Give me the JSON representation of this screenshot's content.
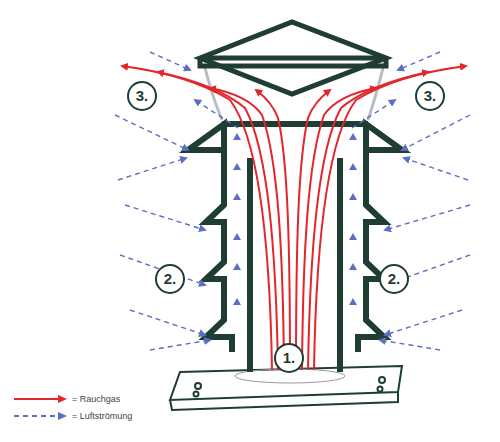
{
  "diagram": {
    "labels": [
      "3.",
      "3.",
      "2.",
      "2.",
      "1."
    ],
    "legend": [
      {
        "text": "= Rauchgas"
      },
      {
        "text": "= Luftströmung"
      }
    ]
  }
}
